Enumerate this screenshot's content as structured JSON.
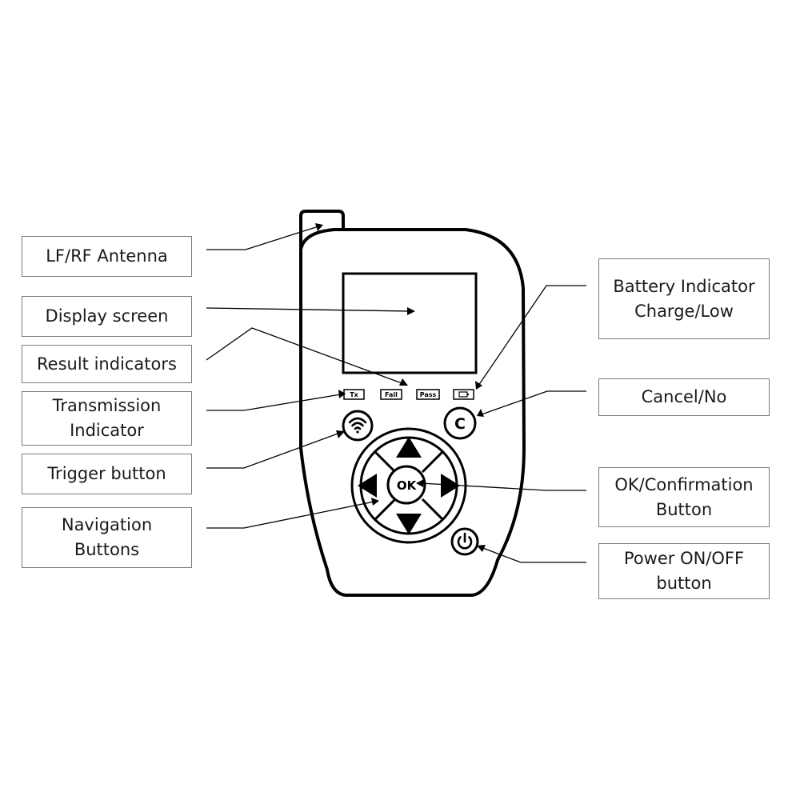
{
  "callouts": {
    "antenna": "LF/RF Antenna",
    "display": "Display screen",
    "result": "Result indicators",
    "transmission": [
      "Transmission",
      "Indicator"
    ],
    "trigger": "Trigger button",
    "navigation": [
      "Navigation",
      "Buttons"
    ],
    "battery": [
      "Battery Indicator",
      "Charge/Low"
    ],
    "cancel": "Cancel/No",
    "ok": [
      "OK/Confirmation",
      "Button"
    ],
    "power": [
      "Power ON/OFF",
      "button"
    ]
  },
  "device": {
    "indicators": [
      "Tx",
      "Fail",
      "Pass"
    ],
    "ok_label": "OK",
    "cancel_label": "C"
  },
  "icons": {
    "trigger": "wifi-icon",
    "power": "power-icon",
    "battery": "battery-icon",
    "navigation": [
      "arrow-up-icon",
      "arrow-down-icon",
      "arrow-left-icon",
      "arrow-right-icon"
    ]
  },
  "colors": {
    "outline": "#000000",
    "callout_border": "#7a7a7a",
    "text": "#1a1a1a"
  }
}
